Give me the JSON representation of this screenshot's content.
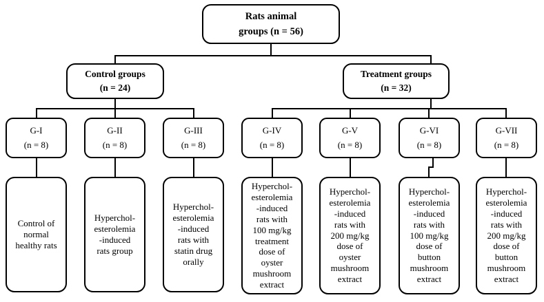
{
  "diagram": {
    "title": "Rats animal groups experimental design flowchart",
    "background_color": "#ffffff",
    "line_color": "#000000",
    "text_color": "#000000",
    "root": {
      "line1": "Rats animal",
      "line2": "groups (n = 56)"
    },
    "branches": [
      {
        "line1": "Control groups",
        "line2": "(n = 24)"
      },
      {
        "line1": "Treatment groups",
        "line2": "(n = 32)"
      }
    ],
    "groups": [
      {
        "label": "G-I",
        "count": "(n = 8)"
      },
      {
        "label": "G-II",
        "count": "(n = 8)"
      },
      {
        "label": "G-III",
        "count": "(n = 8)"
      },
      {
        "label": "G-IV",
        "count": "(n = 8)"
      },
      {
        "label": "G-V",
        "count": "(n = 8)"
      },
      {
        "label": "G-VI",
        "count": "(n = 8)"
      },
      {
        "label": "G-VII",
        "count": "(n = 8)"
      }
    ],
    "descriptions": [
      {
        "text": "Control of\nnormal\nhealthy rats"
      },
      {
        "text": "Hyperchol-\nesterolemia\n-induced\nrats group"
      },
      {
        "text": "Hyperchol-\nesterolemia\n-induced\nrats with\nstatin drug\norally"
      },
      {
        "text": "Hyperchol-\nesterolemia\n-induced\nrats with\n100 mg/kg\ntreatment\ndose of\noyster\nmushroom\nextract"
      },
      {
        "text": "Hyperchol-\nesterolemia\n-induced\nrats with\n200 mg/kg\ndose of\noyster\nmushroom\nextract"
      },
      {
        "text": "Hyperchol-\nesterolemia\n-induced\nrats with\n100 mg/kg\ndose of\nbutton\nmushroom\nextract"
      },
      {
        "text": "Hyperchol-\nesterolemia\n-induced\nrats with\n200 mg/kg\ndose of\nbutton\nmushroom\nextract"
      }
    ]
  }
}
